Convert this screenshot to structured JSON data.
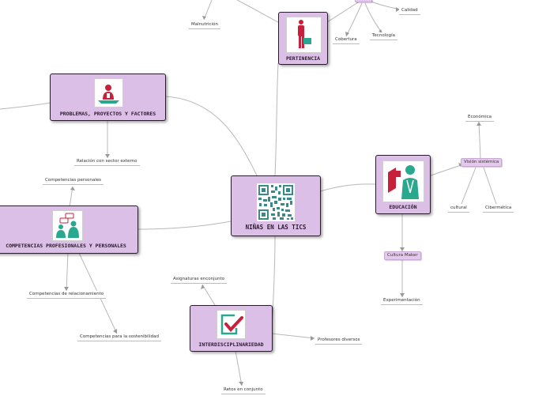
{
  "central": {
    "title": "NIÑAS EN LAS TICS",
    "icon": "qr-code-icon"
  },
  "main_topics": {
    "pertinencia": {
      "title": "PERTINENCIA",
      "icon": "person-standing-icon"
    },
    "problemas": {
      "title": "PROBLEMAS, PROYECTOS Y FACTORES",
      "icon": "person-at-desk-icon"
    },
    "competencias": {
      "title": "COMPETENCIAS PROFESIONALES Y PERSONALES",
      "icon": "people-chatting-icon"
    },
    "educacion": {
      "title": "EDUCACIÓN",
      "icon": "teacher-board-icon"
    },
    "interdisciplinariedad": {
      "title": "INTERDISCIPLINARIEDAD",
      "icon": "checkbox-check-icon"
    }
  },
  "subtopics": {
    "malnutricion": "Malnutrición",
    "calidad": "Calidad",
    "cobertura": "Cobertura",
    "tecnologia": "Tecnología",
    "relacion": "Relación con sector externo",
    "comp_personales": "Competencias personales",
    "comp_relacionamiento": "Competencias de relacionamiento",
    "comp_sostenibilidad": "Competencias para la sostenibilidad",
    "vision": "Visión sistémica",
    "economica": "Económica",
    "cultural": "cultural",
    "cibermetica": "Cibermética",
    "cultura_maker": "Cultura Maker",
    "experimentacion": "Experimentación",
    "asignaturas": "Asignaturas enconjunto",
    "profesores": "Profesores diversos",
    "retos": "Retos en conjunto"
  },
  "colors": {
    "node_fill": "#dcbfe6",
    "node_border": "#2a1a2e",
    "link": "#b8b8b8",
    "icon_red": "#c8203a",
    "icon_teal": "#2aa88e"
  }
}
